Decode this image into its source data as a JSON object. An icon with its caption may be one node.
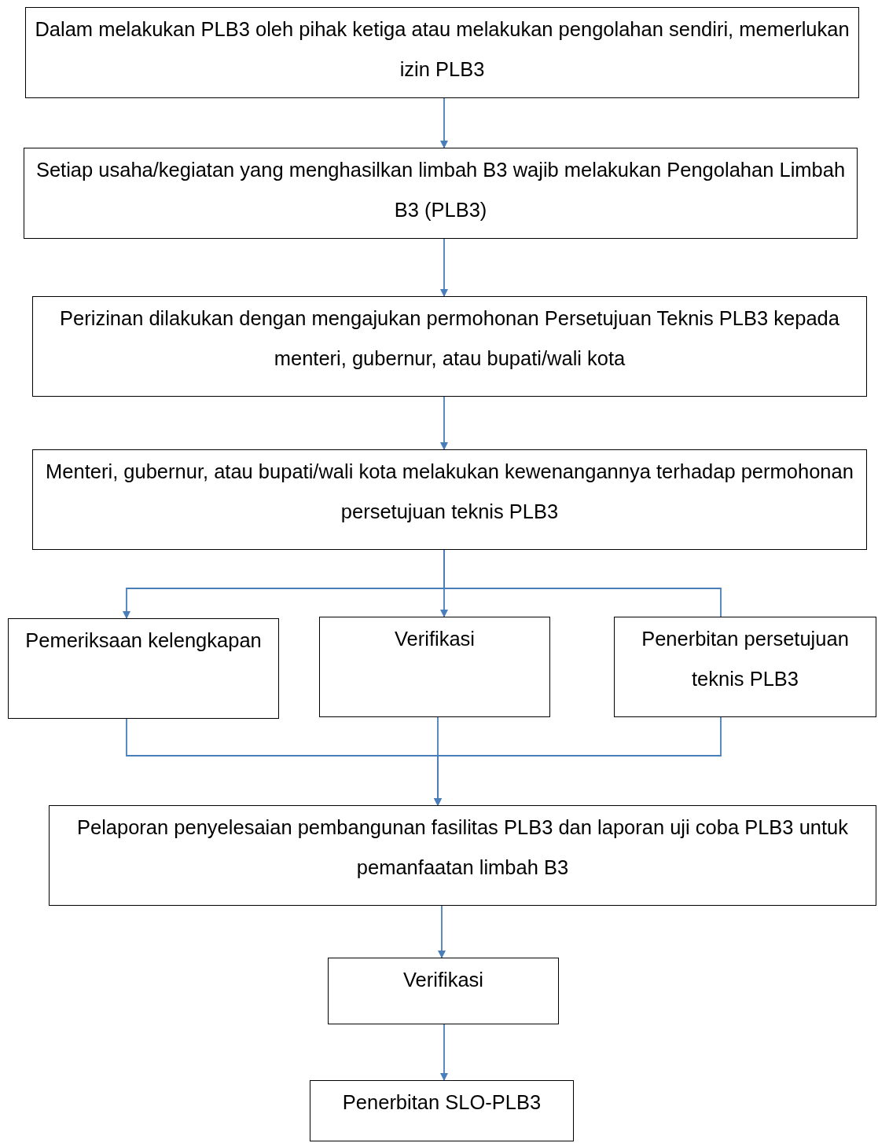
{
  "diagram": {
    "nodes": [
      {
        "text": [
          "Dalam melakukan PLB3 oleh pihak ketiga atau melakukan pengolahan sendiri, memerlukan izin PLB3"
        ]
      },
      {
        "text": [
          "Setiap usaha/kegiatan yang menghasilkan limbah B3 wajib melakukan Pengolahan Limbah B3 (PLB3)"
        ]
      },
      {
        "text": [
          "Perizinan dilakukan dengan mengajukan permohonan Persetujuan Teknis PLB3 kepada menteri, gubernur, atau bupati/wali kota"
        ]
      },
      {
        "text": [
          "Menteri, gubernur, atau bupati/wali kota melakukan kewenangannya terhadap permohonan persetujuan teknis PLB3"
        ]
      },
      {
        "text": [
          "Pemeriksaan kelengkapan"
        ]
      },
      {
        "text": [
          "Verifikasi"
        ]
      },
      {
        "text": [
          "Penerbitan persetujuan teknis PLB3"
        ]
      },
      {
        "text": [
          "Pelaporan penyelesaian pembangunan fasilitas PLB3 dan laporan uji coba PLB3 untuk pemanfaatan limbah B3"
        ]
      },
      {
        "text": [
          "Verifikasi"
        ]
      },
      {
        "text": [
          "Penerbitan SLO-PLB3"
        ]
      }
    ],
    "edges": [
      {
        "from": 0,
        "to": 1,
        "arrow": "to"
      },
      {
        "from": 1,
        "to": 2,
        "arrow": "to"
      },
      {
        "from": 2,
        "to": 3,
        "arrow": "to"
      },
      {
        "from": 3,
        "to": 4,
        "arrow": "to"
      },
      {
        "from": 3,
        "to": 5,
        "arrow": "to"
      },
      {
        "from": 3,
        "to": 6,
        "arrow": "none"
      },
      {
        "from": 4,
        "to": 7,
        "arrow": "to"
      },
      {
        "from": 5,
        "to": 7,
        "arrow": "to"
      },
      {
        "from": 6,
        "to": 7,
        "arrow": "to"
      },
      {
        "from": 7,
        "to": 8,
        "arrow": "to"
      },
      {
        "from": 8,
        "to": 9,
        "arrow": "to"
      }
    ]
  }
}
